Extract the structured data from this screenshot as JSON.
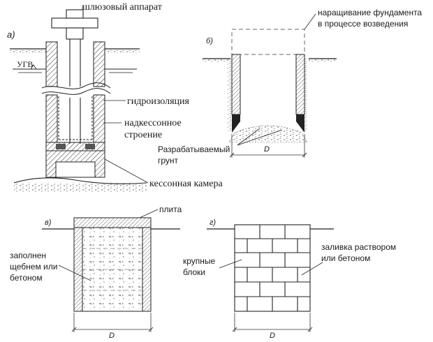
{
  "panel_a": {
    "letter": "а)",
    "labels": {
      "sluice": "шлюзовый аппарат",
      "ugv": "УГВ",
      "waterproofing": "гидроизоляция",
      "superstructure_line1": "надкессонное",
      "superstructure_line2": "строение",
      "caisson_chamber": "кессонная камера"
    }
  },
  "panel_b": {
    "letter": "б)",
    "labels": {
      "extension_line1": "наращивание фундамента",
      "extension_line2": "в процессе возведения",
      "soil_line1": "Разрабатываемый",
      "soil_line2": "грунт",
      "dimension": "D"
    }
  },
  "panel_v": {
    "letter": "в)",
    "labels": {
      "slab": "плита",
      "fill_line1": "заполнен",
      "fill_line2": "щебнем или",
      "fill_line3": "бетоном",
      "dimension": "D"
    }
  },
  "panel_g": {
    "letter": "г)",
    "labels": {
      "blocks_line1": "крупные",
      "blocks_line2": "блоки",
      "grout_line1": "заливка раствором",
      "grout_line2": "или бетоном",
      "dimension": "D"
    }
  }
}
